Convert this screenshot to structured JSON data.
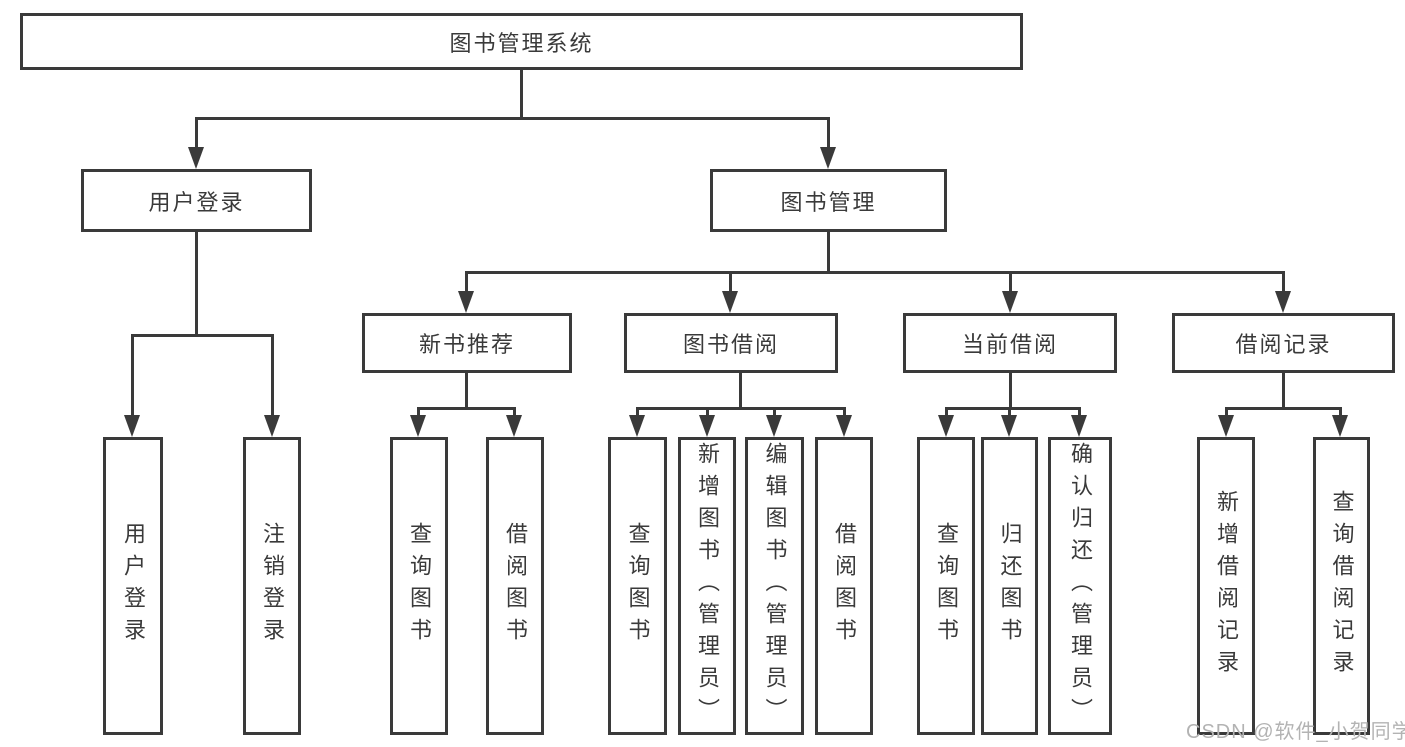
{
  "colors": {
    "line": "#3a3a3a",
    "text": "#3a3a3a",
    "background": "#ffffff",
    "watermark": "#b3b3b3"
  },
  "watermark": {
    "text": "CSDN @软件_小贺同学"
  },
  "tree": {
    "root": {
      "label": "图书管理系统"
    },
    "branches": [
      {
        "label": "用户登录",
        "children": [
          "用户登录",
          "注销登录"
        ]
      },
      {
        "label": "图书管理",
        "children": [
          {
            "label": "新书推荐",
            "children": [
              "查询图书",
              "借阅图书"
            ]
          },
          {
            "label": "图书借阅",
            "children": [
              "查询图书",
              "新增图书（管理员）",
              "编辑图书（管理员）",
              "借阅图书"
            ]
          },
          {
            "label": "当前借阅",
            "children": [
              "查询图书",
              "归还图书",
              "确认归还（管理员）"
            ]
          },
          {
            "label": "借阅记录",
            "children": [
              "新增借阅记录",
              "查询借阅记录"
            ]
          }
        ]
      }
    ]
  }
}
